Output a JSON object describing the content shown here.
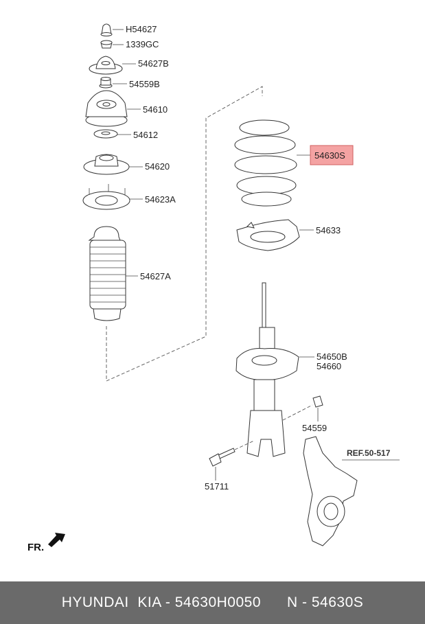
{
  "labels": {
    "h54627": "H54627",
    "p1339gc": "1339GC",
    "p54627b": "54627B",
    "p54559b": "54559B",
    "p54610": "54610",
    "p54612": "54612",
    "p54620": "54620",
    "p54623a": "54623A",
    "p54627a": "54627A",
    "p54630s": "54630S",
    "p54633": "54633",
    "p54650b": "54650B",
    "p54660": "54660",
    "p54559": "54559",
    "p51711": "51711",
    "ref": "REF.50-517"
  },
  "direction": "FR.",
  "highlight_color": "#f4a3a3",
  "footer": {
    "brand": "HYUNDAI  KIA - 54630H0050",
    "code": "N - 54630S"
  }
}
